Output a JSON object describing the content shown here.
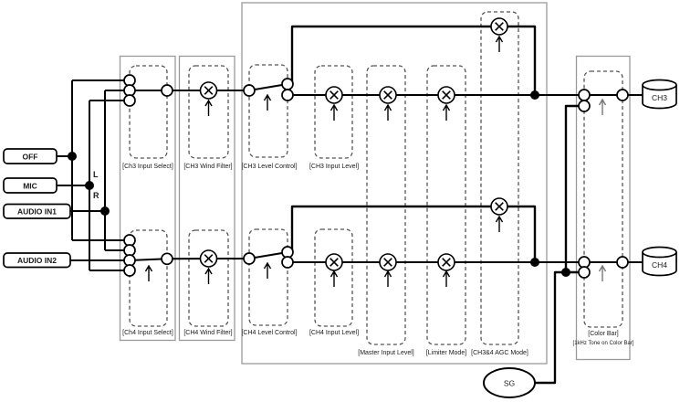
{
  "inputs": {
    "off": "OFF",
    "mic": "MIC",
    "audio_in1": "AUDIO IN1",
    "audio_in2": "AUDIO IN2"
  },
  "mic_channels": {
    "left": "L",
    "right": "R"
  },
  "blocks": {
    "ch3_input_select": "[Ch3 Input Select]",
    "ch3_wind_filter": "[CH3 Wind Filter]",
    "ch3_level_control": "[CH3 Level Control]",
    "ch3_input_level": "[CH3 Input Level]",
    "ch4_input_select": "[Ch4 Input Select]",
    "ch4_wind_filter": "[CH4 Wind Filter]",
    "ch4_level_control": "[CH4 Level Control]",
    "ch4_input_level": "[CH4 Input Level]",
    "master_input_level": "[Master Input Level]",
    "limiter_mode": "[Limiter Mode]",
    "agc_mode": "[CH3&4 AGC Mode]",
    "color_bar": "[Color Bar]",
    "color_bar_tone": "[1kHz Tone on Color Bar]"
  },
  "outputs": {
    "ch3": "CH3",
    "ch4": "CH4"
  },
  "signal_generator": "SG",
  "colors": {
    "line": "#000000",
    "container_border": "#9a9a9a",
    "dashed_border": "#555555",
    "gray_arrow": "#777777",
    "background": "#ffffff"
  }
}
